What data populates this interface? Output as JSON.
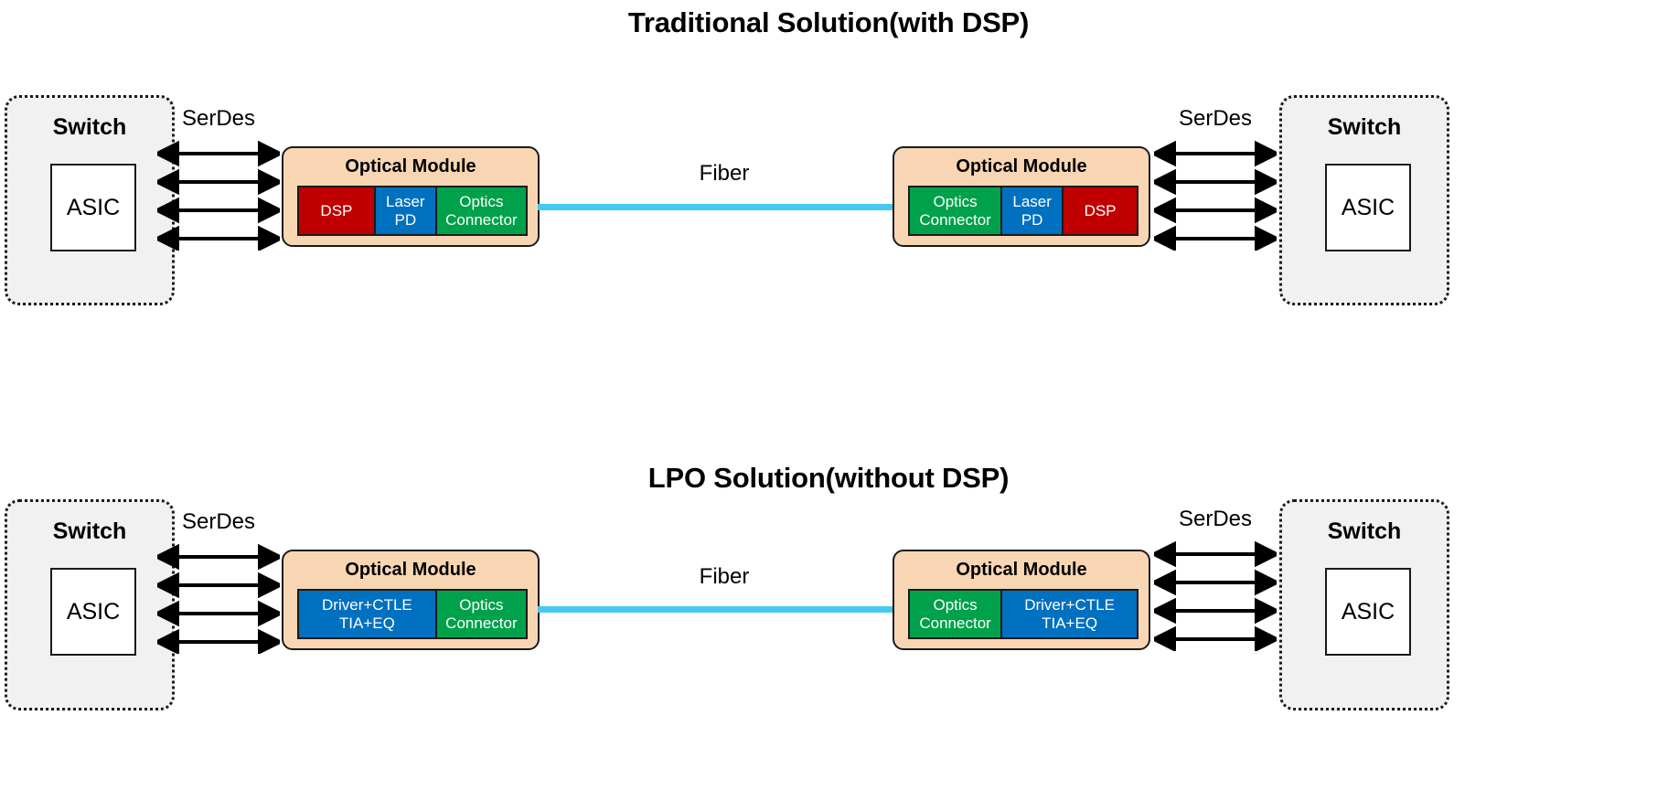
{
  "diagram": {
    "sections": [
      {
        "id": "traditional",
        "title": "Traditional Solution(with DSP)",
        "left_switch": {
          "title": "Switch",
          "chip": "ASIC"
        },
        "right_switch": {
          "title": "Switch",
          "chip": "ASIC"
        },
        "left_serdes_label": "SerDes",
        "right_serdes_label": "SerDes",
        "serdes_arrow_count": 4,
        "fiber_label": "Fiber",
        "left_module": {
          "title": "Optical Module",
          "blocks": [
            {
              "label": "DSP",
              "color": "#c00000",
              "width": 33
            },
            {
              "label": "Laser\nPD",
              "color": "#0070c0",
              "width": 27
            },
            {
              "label": "Optics\nConnector",
              "color": "#00a14b",
              "width": 40
            }
          ]
        },
        "right_module": {
          "title": "Optical Module",
          "blocks": [
            {
              "label": "Optics\nConnector",
              "color": "#00a14b",
              "width": 40
            },
            {
              "label": "Laser\nPD",
              "color": "#0070c0",
              "width": 27
            },
            {
              "label": "DSP",
              "color": "#c00000",
              "width": 33
            }
          ]
        }
      },
      {
        "id": "lpo",
        "title": "LPO Solution(without DSP)",
        "left_switch": {
          "title": "Switch",
          "chip": "ASIC"
        },
        "right_switch": {
          "title": "Switch",
          "chip": "ASIC"
        },
        "left_serdes_label": "SerDes",
        "right_serdes_label": "SerDes",
        "serdes_arrow_count": 4,
        "fiber_label": "Fiber",
        "left_module": {
          "title": "Optical Module",
          "blocks": [
            {
              "label": "Driver+CTLE\nTIA+EQ",
              "color": "#0070c0",
              "width": 60
            },
            {
              "label": "Optics\nConnector",
              "color": "#00a14b",
              "width": 40
            }
          ]
        },
        "right_module": {
          "title": "Optical Module",
          "blocks": [
            {
              "label": "Optics\nConnector",
              "color": "#00a14b",
              "width": 40
            },
            {
              "label": "Driver+CTLE\nTIA+EQ",
              "color": "#0070c0",
              "width": 60
            }
          ]
        }
      }
    ],
    "colors": {
      "fiber": "#45c8f1",
      "module_fill": "#f8d6b3",
      "switch_fill": "#f1f1f1",
      "dsp_red": "#c00000",
      "laser_blue": "#0070c0",
      "optics_green": "#00a14b",
      "outline": "#1a1a1a"
    }
  }
}
